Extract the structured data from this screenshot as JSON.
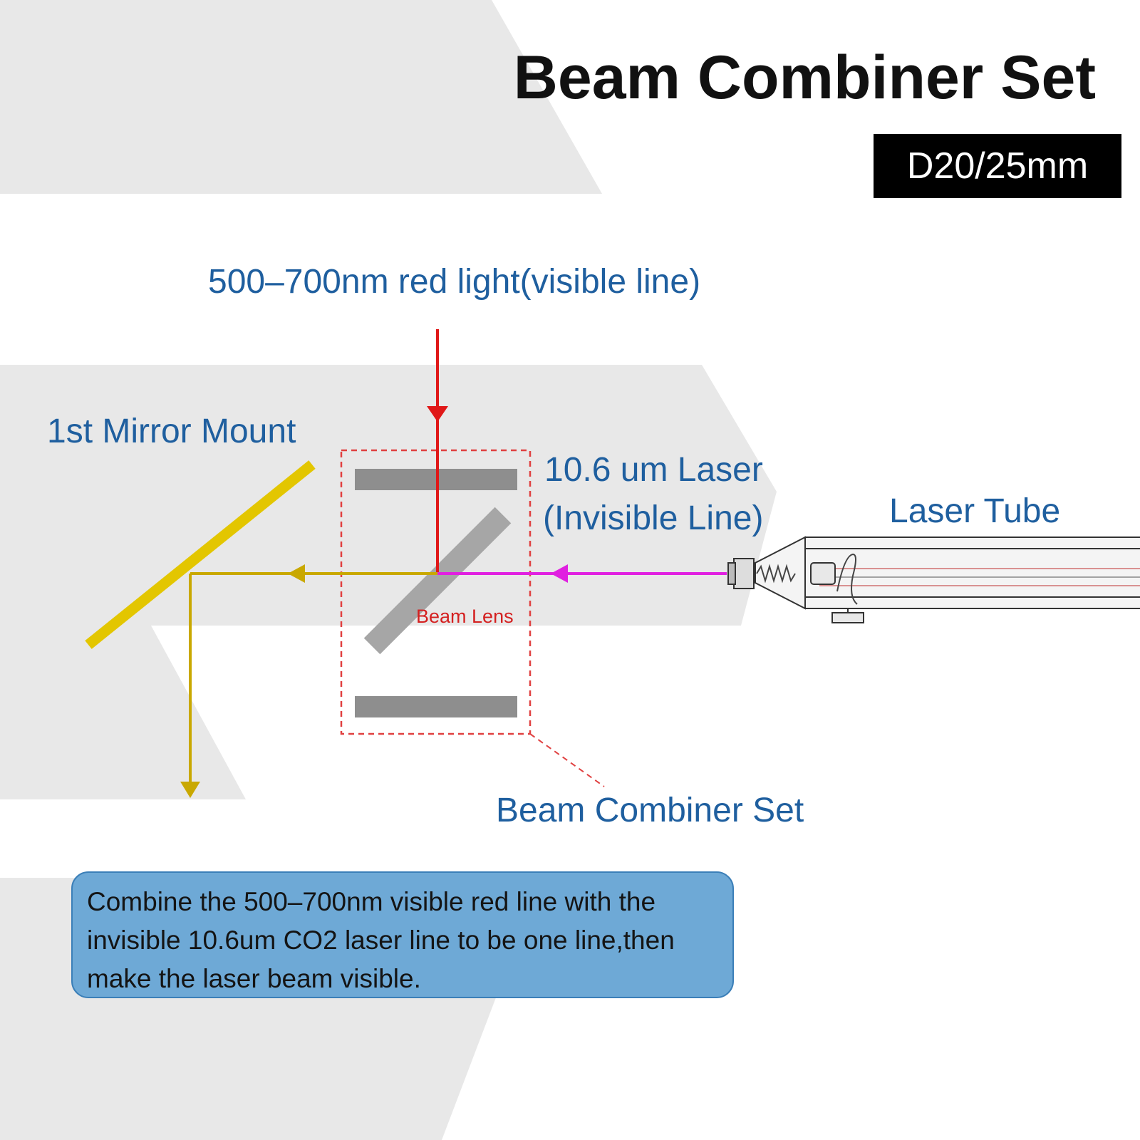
{
  "header": {
    "title": "Beam Combiner Set",
    "size_badge": "D20/25mm"
  },
  "labels": {
    "red_light": "500–700nm red light(visible line)",
    "mirror_mount": "1st Mirror Mount",
    "laser_line_1": "10.6 um Laser",
    "laser_line_2": "(Invisible Line)",
    "laser_tube": "Laser Tube",
    "beam_lens": "Beam Lens",
    "combiner_set": "Beam Combiner Set"
  },
  "note": {
    "text": "Combine the 500–700nm visible red line with the invisible 10.6um CO2 laser line to be one line,then make the laser beam visible."
  },
  "colors": {
    "background_band": "#e8e8e8",
    "title_text": "#111111",
    "label_blue": "#1f5f9f",
    "red_beam": "#e01818",
    "co2_beam": "#e020e0",
    "combined_beam": "#c9a800",
    "mirror": "#e3c600",
    "lens_gray": "#a6a6a6",
    "plate_gray": "#8e8e8e",
    "dashed_box": "#e04040",
    "note_fill": "#6ea9d6"
  }
}
